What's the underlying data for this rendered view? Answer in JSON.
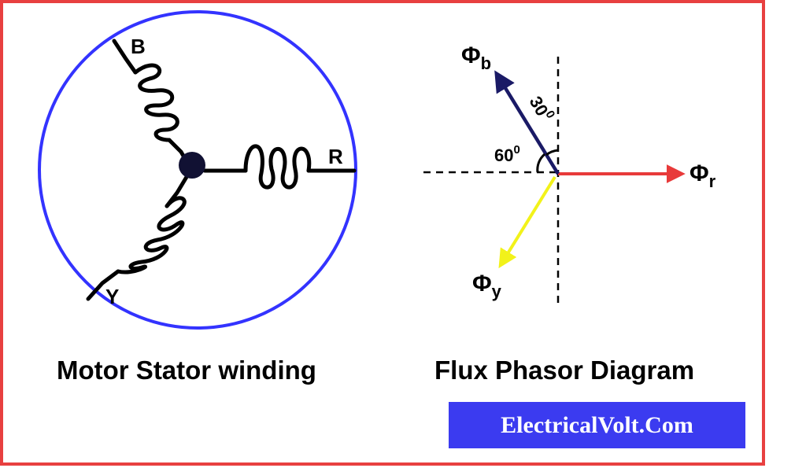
{
  "stator": {
    "caption": "Motor Stator winding",
    "terminals": {
      "b": "B",
      "r": "R",
      "y": "Y"
    },
    "circle_color": "#3333ff"
  },
  "phasor": {
    "caption": "Flux Phasor Diagram",
    "phi_b": {
      "symbol": "Φ",
      "sub": "b",
      "color": "#1a1a66"
    },
    "phi_r": {
      "symbol": "Φ",
      "sub": "r",
      "color": "#e83a3a"
    },
    "phi_y": {
      "symbol": "Φ",
      "sub": "y",
      "color": "#f2f21a"
    },
    "angle_30": {
      "value": "30",
      "unit": "0"
    },
    "angle_60": {
      "value": "60",
      "unit": "0"
    }
  },
  "watermark": {
    "text": "ElectricalVolt.Com",
    "bg_color": "#3b3bf0"
  },
  "frame_color": "#e84040"
}
